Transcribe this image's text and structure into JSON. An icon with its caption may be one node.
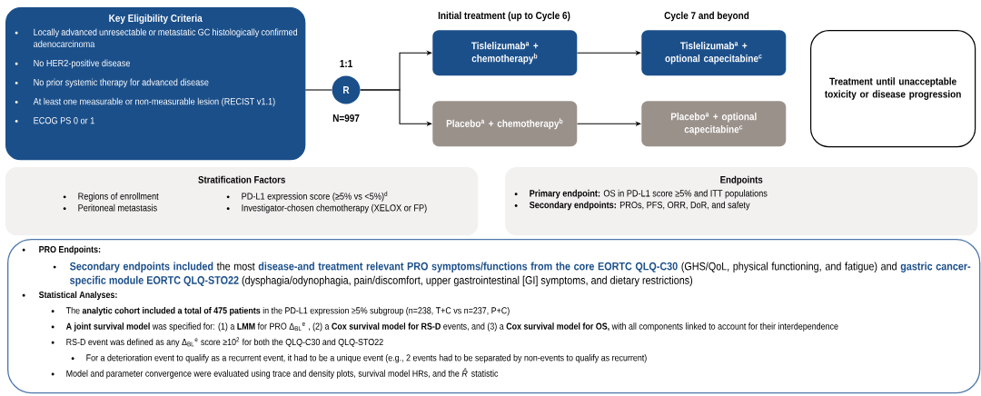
{
  "diagram": {
    "nodes": [
      {
        "text": [
          "Key Eligibility Criteria",
          "Locally advanced unresectable or metastatic GC histologically confirmed adenocarcinoma",
          "No HER2-positive disease",
          "No prior systemic therapy for advanced disease",
          "At least one measurable or non-measurable lesion (RECIST v1.1)",
          "ECOG PS 0 or 1"
        ]
      },
      {
        "text": [
          "R"
        ],
        "beside": [
          "1:1",
          "N=997"
        ]
      },
      {
        "text": [
          "Tislelizumab$^{a}$ + chemotherapy$^{b}$"
        ]
      },
      {
        "text": [
          "Placebo$^{a}$ + chemotherapy$^{b}$"
        ]
      },
      {
        "text": [
          "Tislelizumab$^{a}$ + optional capecitabine$^{c}$"
        ]
      },
      {
        "text": [
          "Placebo$^{a}$ + optional capecitabine$^{c}$"
        ]
      },
      {
        "text": [
          "Treatment until unacceptable toxicity or disease progression"
        ]
      },
      {
        "text": [
          "Stratification Factors",
          "Regions of enrollment",
          "PD-L1 expression score (≥5% vs <5%)$^{d}$",
          "Peritoneal metastasis",
          "Investigator-chosen chemotherapy (XELOX or FP)"
        ]
      },
      {
        "text": [
          "Endpoints",
          "**Primary endpoint:** OS in PD-L1 score ≥5% and ITT populations",
          "**Secondary endpoints:** PROs, PFS, ORR, DoR, and safety"
        ]
      },
      {
        "text": [
          "PRO Endpoints:",
          "**Secondary endpoints included** the most **disease-and treatment relevant PRO symptoms/functions from the core EORTC QLQ-C30** (GHS/QoL, physical functioning, and fatigue) and **gastric cancer-specific module EORTC QLQ-STO22** (dysphagia/odynophagia, pain/discomfort, upper gastrointestinal [GI] symptoms, and dietary restrictions)",
          "Statistical Analyses:",
          "The **analytic cohort included a total of 475 patients** in the PD-L1 expression ≥5% subgroup (n=238, T+C vs n=237, P+C)",
          "**A joint survival model** was specified for: (1) a **LMM** for PRO Δ$_{BL}$$^{e}$ , (2) a **Cox survival model for RS-D** events, and (3) a **Cox survival model for OS,** with all components linked to account for their interdependence",
          "RS-D event was defined as any Δ$_{BL}$$^{e}$ score ≥10$^{2}$ for both the QLQ-C30 and QLQ-STO22",
          "For a deterioration event to qualify as a recurrent event, it had to be a unique event (e.g., 2 events had to be separated by non-events to qualify as recurrent)",
          "Model and parameter convergence were evaluated using trace and density plots, survival model HRs, and the *R̂* statistic"
        ]
      }
    ],
    "edges": [
      {
        "from": 0,
        "to": 1,
        "arrow": "none"
      },
      {
        "from": 1,
        "to": 2,
        "arrow": "to"
      },
      {
        "from": 1,
        "to": 3,
        "arrow": "to"
      },
      {
        "from": 2,
        "to": 4,
        "arrow": "to"
      },
      {
        "from": 3,
        "to": 5,
        "arrow": "to"
      }
    ],
    "labels": [
      "Initial treatment (up to Cycle 6)",
      "Cycle 7 and beyond"
    ]
  }
}
